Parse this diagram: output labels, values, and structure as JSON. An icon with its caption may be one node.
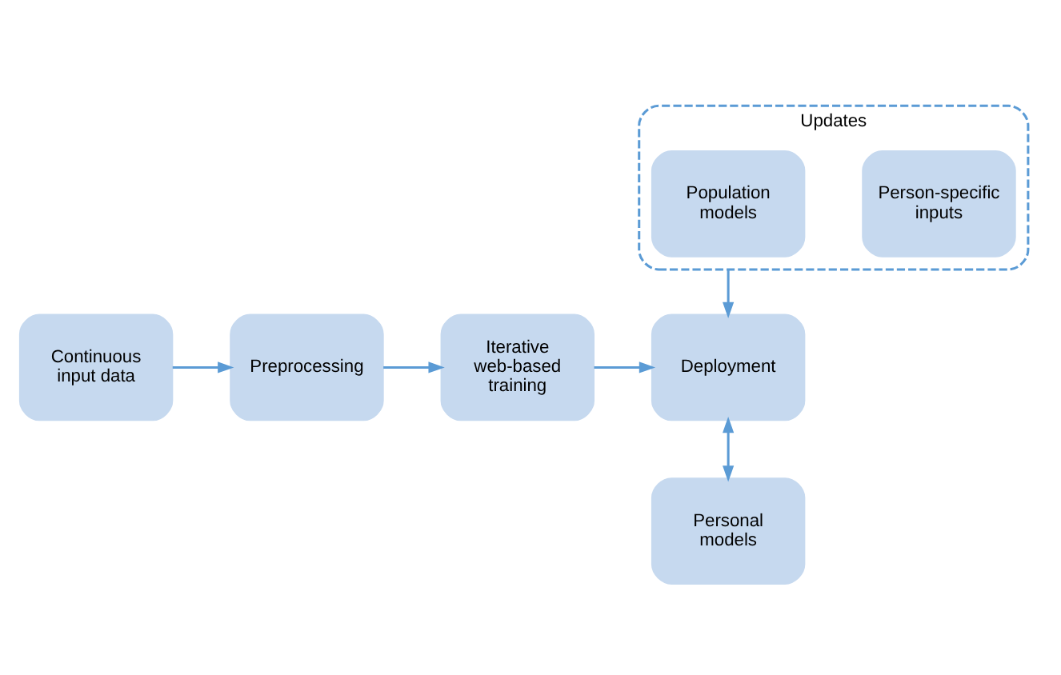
{
  "diagram": {
    "nodes": [
      {
        "text": [
          "Updates"
        ]
      },
      {
        "text": [
          "Person-specific inputs"
        ],
        "in": 0
      },
      {
        "text": [
          "Population models"
        ],
        "in": 0
      },
      {
        "text": [
          "Continuous input data"
        ]
      },
      {
        "text": [
          "Preprocessing"
        ]
      },
      {
        "text": [
          "Iterative web-based training"
        ]
      },
      {
        "text": [
          "Deployment"
        ]
      },
      {
        "text": [
          "Personal models"
        ]
      }
    ],
    "edges": [
      {
        "from": 3,
        "to": 4,
        "arrow": "to"
      },
      {
        "from": 4,
        "to": 5,
        "arrow": "to"
      },
      {
        "from": 5,
        "to": 6,
        "arrow": "to"
      },
      {
        "from": 0,
        "to": 6,
        "arrow": "to"
      },
      {
        "from": 6,
        "to": 7,
        "arrow": "both"
      }
    ]
  }
}
